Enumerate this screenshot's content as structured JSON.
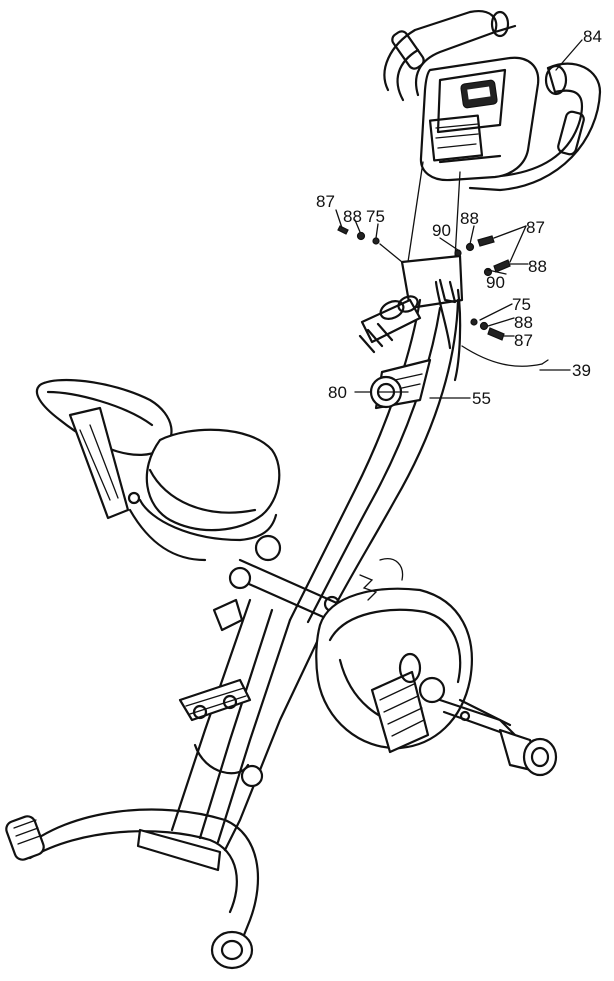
{
  "diagram": {
    "callouts": [
      {
        "id": "c84",
        "label": "84"
      },
      {
        "id": "c87a",
        "label": "87"
      },
      {
        "id": "c88a",
        "label": "88"
      },
      {
        "id": "c75a",
        "label": "75"
      },
      {
        "id": "c90a",
        "label": "90"
      },
      {
        "id": "c88b",
        "label": "88"
      },
      {
        "id": "c87b",
        "label": "87"
      },
      {
        "id": "c88c",
        "label": "88"
      },
      {
        "id": "c90b",
        "label": "90"
      },
      {
        "id": "c75b",
        "label": "75"
      },
      {
        "id": "c88d",
        "label": "88"
      },
      {
        "id": "c87c",
        "label": "87"
      },
      {
        "id": "c39",
        "label": "39"
      },
      {
        "id": "c80",
        "label": "80"
      },
      {
        "id": "c55",
        "label": "55"
      }
    ]
  }
}
